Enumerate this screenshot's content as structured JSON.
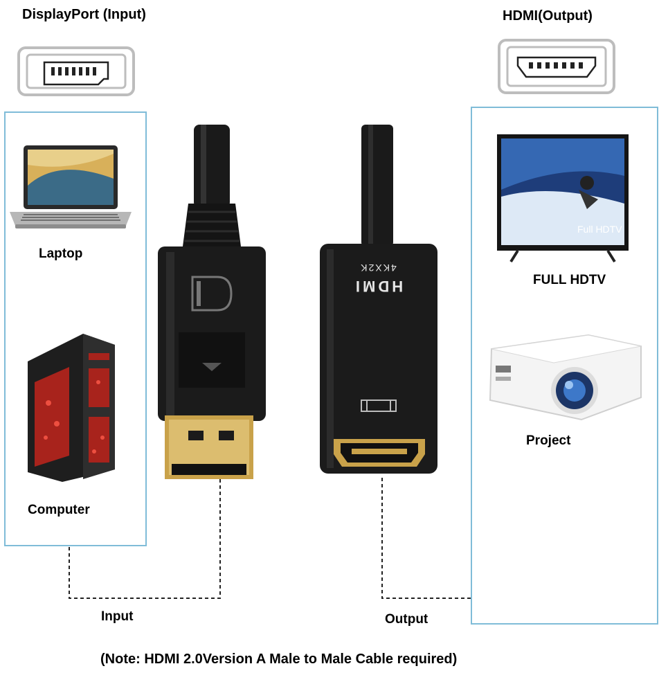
{
  "input_port": {
    "title": "DisplayPort (Input)",
    "icon": "displayport-port-icon"
  },
  "output_port": {
    "title": "HDMI(Output)",
    "icon": "hdmi-port-icon"
  },
  "input_devices": [
    {
      "label": "Laptop",
      "icon": "laptop-icon"
    },
    {
      "label": "Computer",
      "icon": "desktop-tower-icon"
    }
  ],
  "output_devices": [
    {
      "label": "FULL HDTV",
      "icon": "tv-icon",
      "screen_text": "Full HDTV"
    },
    {
      "label": "Project",
      "icon": "projector-icon"
    }
  ],
  "adapter": {
    "dp_plug_icon": "displayport-plug-icon",
    "hdmi_end_text_line1": "HDMI",
    "hdmi_end_text_line2": "4KX2K",
    "hdmi_socket_icon": "hdmi-socket-icon"
  },
  "flow": {
    "input_label": "Input",
    "output_label": "Output"
  },
  "note": "(Note: HDMI 2.0Version A Male to Male Cable required)",
  "colors": {
    "box_border": "#7fbcd8",
    "connector_body": "#1b1b1b",
    "gold_contacts": "#c9a24a"
  }
}
